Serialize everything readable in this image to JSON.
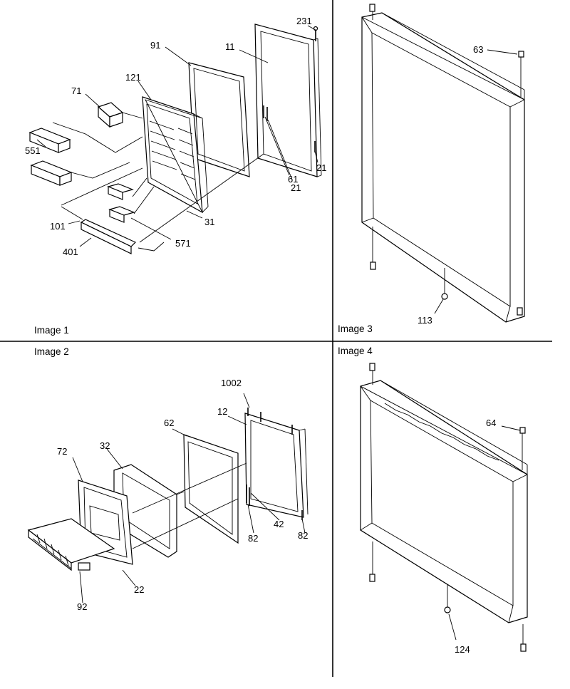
{
  "panels": {
    "p1": {
      "caption": "Image 1"
    },
    "p2": {
      "caption": "Image 2"
    },
    "p3": {
      "caption": "Image 3"
    },
    "p4": {
      "caption": "Image 4"
    }
  },
  "labels": {
    "l231": "231",
    "l11": "11",
    "l91": "91",
    "l121": "121",
    "l71": "71",
    "l551": "551",
    "l61": "61",
    "l21a": "21",
    "l21b": "21",
    "l31": "31",
    "l101": "101",
    "l571": "571",
    "l401": "401",
    "l63": "63",
    "l113": "113",
    "l1002": "1002",
    "l12": "12",
    "l62": "62",
    "l72": "72",
    "l32": "32",
    "l82a": "82",
    "l42": "42",
    "l82b": "82",
    "l22": "22",
    "l92": "92",
    "l64": "64",
    "l124": "124"
  }
}
